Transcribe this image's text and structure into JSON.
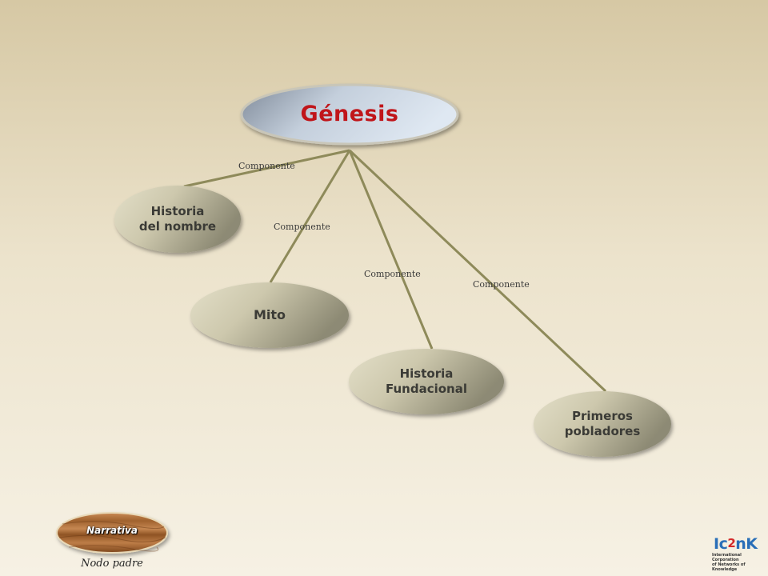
{
  "root": {
    "label": "Génesis"
  },
  "children": [
    {
      "id": "historia-nombre",
      "label": "Historia\ndel nombre"
    },
    {
      "id": "mito",
      "label": "Mito"
    },
    {
      "id": "historia-fundacional",
      "label": "Historia\nFundacional"
    },
    {
      "id": "primeros-pobladores",
      "label": "Primeros\npobladores"
    }
  ],
  "edges": [
    {
      "from": "root",
      "to": "historia-nombre",
      "label": "Componente"
    },
    {
      "from": "root",
      "to": "mito",
      "label": "Componente"
    },
    {
      "from": "root",
      "to": "historia-fundacional",
      "label": "Componente"
    },
    {
      "from": "root",
      "to": "primeros-pobladores",
      "label": "Componente"
    }
  ],
  "parent_node": {
    "label": "Narrativa",
    "caption": "Nodo padre"
  },
  "logo": {
    "text_main_a": "Ic",
    "text_main_two": "2",
    "text_main_b": "nK",
    "text_sub": "International Corporation\nof Networks of Knowledge"
  },
  "colors": {
    "edge": "#8e8a5a",
    "root_text": "#c0151a",
    "child_text": "#3b3b36"
  }
}
